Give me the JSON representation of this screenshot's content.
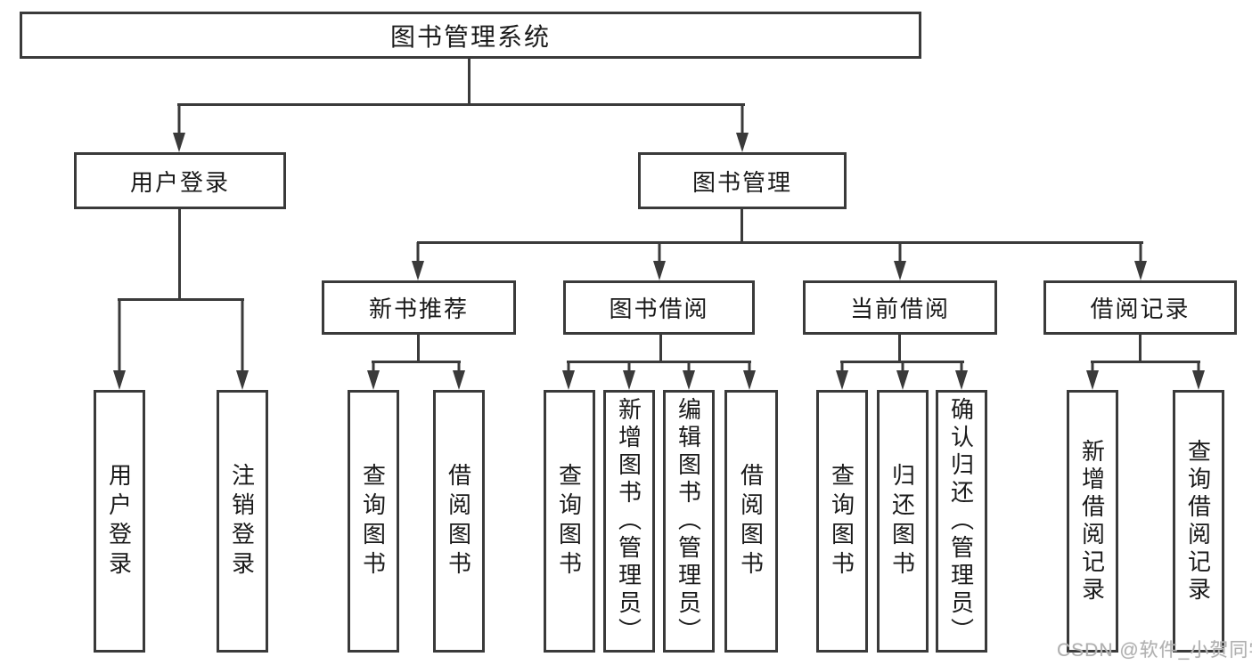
{
  "diagram_title": "图书管理系统",
  "tree": {
    "label": "图书管理系统",
    "children": [
      {
        "label": "用户登录",
        "children": [
          {
            "label": "用户登录"
          },
          {
            "label": "注销登录"
          }
        ]
      },
      {
        "label": "图书管理",
        "children": [
          {
            "label": "新书推荐",
            "children": [
              {
                "label": "查询图书"
              },
              {
                "label": "借阅图书"
              }
            ]
          },
          {
            "label": "图书借阅",
            "children": [
              {
                "label": "查询图书"
              },
              {
                "label": "新增图书（管理员）"
              },
              {
                "label": "编辑图书（管理员）"
              },
              {
                "label": "借阅图书"
              }
            ]
          },
          {
            "label": "当前借阅",
            "children": [
              {
                "label": "查询图书"
              },
              {
                "label": "归还图书"
              },
              {
                "label": "确认归还（管理员）"
              }
            ]
          },
          {
            "label": "借阅记录",
            "children": [
              {
                "label": "新增借阅记录"
              },
              {
                "label": "查询借阅记录"
              }
            ]
          }
        ]
      }
    ]
  },
  "watermark": {
    "text": "CSDN @软件_小贺同学"
  },
  "colors": {
    "background": "#ffffff",
    "line": "#3a3a3a",
    "box_border": "#3a3a3a",
    "text": "#1a1a1a",
    "watermark": "#b0b0b0"
  }
}
